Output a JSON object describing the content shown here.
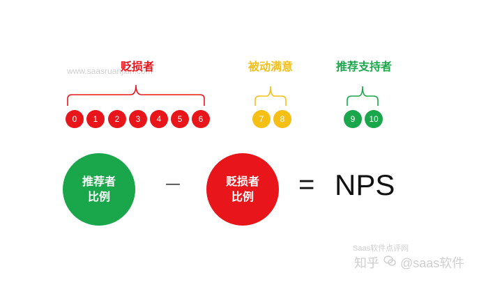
{
  "watermark_url": "www.saasruanjian.com",
  "colors": {
    "red": "#e8161b",
    "yellow": "#f5bf15",
    "green": "#1aa64a",
    "black": "#111111"
  },
  "groups": {
    "detractors": {
      "label": "贬损者",
      "scores": [
        "0",
        "1",
        "2",
        "3",
        "4",
        "5",
        "6"
      ]
    },
    "passives": {
      "label": "被动满意",
      "scores": [
        "7",
        "8"
      ]
    },
    "promoters": {
      "label": "推荐支持者",
      "scores": [
        "9",
        "10"
      ]
    }
  },
  "formula": {
    "left": {
      "line1": "推荐者",
      "line2": "比例"
    },
    "operator": "—",
    "right": {
      "line1": "贬损者",
      "line2": "比例"
    },
    "equals": "=",
    "result": "NPS"
  },
  "footer": {
    "site": "Saas软件点评网",
    "platform": "知乎",
    "handle": "@saas软件",
    "icon": "wechat-icon"
  }
}
